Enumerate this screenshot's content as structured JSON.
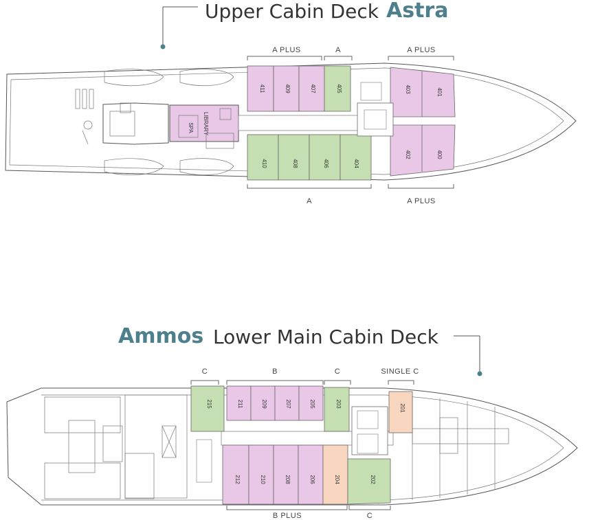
{
  "upper": {
    "title_regular": "Upper Cabin Deck",
    "title_bold": "Astra",
    "labels": {
      "top_left": "A PLUS",
      "top_mid": "A",
      "top_right": "A PLUS",
      "bottom_left": "A",
      "bottom_right": "A PLUS"
    },
    "areas": {
      "spa": "SPA",
      "library": "LIBRARY"
    },
    "cabins": [
      {
        "no": "411",
        "cat": "aplus"
      },
      {
        "no": "409",
        "cat": "aplus"
      },
      {
        "no": "407",
        "cat": "aplus"
      },
      {
        "no": "405",
        "cat": "a"
      },
      {
        "no": "403",
        "cat": "aplus"
      },
      {
        "no": "401",
        "cat": "aplus"
      },
      {
        "no": "410",
        "cat": "a"
      },
      {
        "no": "408",
        "cat": "a"
      },
      {
        "no": "406",
        "cat": "a"
      },
      {
        "no": "404",
        "cat": "a"
      },
      {
        "no": "402",
        "cat": "aplus"
      },
      {
        "no": "400",
        "cat": "aplus"
      }
    ]
  },
  "lower": {
    "title_bold": "Ammos",
    "title_regular": "Lower Main Cabin Deck",
    "labels": {
      "top_c1": "C",
      "top_b": "B",
      "top_c2": "C",
      "top_single": "SINGLE C",
      "bottom_bplus": "B PLUS",
      "bottom_c": "C"
    },
    "cabins": [
      {
        "no": "215",
        "cat": "c"
      },
      {
        "no": "211",
        "cat": "b"
      },
      {
        "no": "209",
        "cat": "b"
      },
      {
        "no": "207",
        "cat": "b"
      },
      {
        "no": "205",
        "cat": "b"
      },
      {
        "no": "203",
        "cat": "c"
      },
      {
        "no": "201",
        "cat": "single"
      },
      {
        "no": "212",
        "cat": "bplus"
      },
      {
        "no": "210",
        "cat": "bplus"
      },
      {
        "no": "208",
        "cat": "bplus"
      },
      {
        "no": "206",
        "cat": "bplus"
      },
      {
        "no": "204",
        "cat": "single"
      },
      {
        "no": "202",
        "cat": "c"
      }
    ]
  },
  "colors": {
    "pink": "#e8c8e6",
    "green": "#c5dfb3",
    "orange": "#f8d6bf",
    "accent": "#4e7f8c"
  }
}
